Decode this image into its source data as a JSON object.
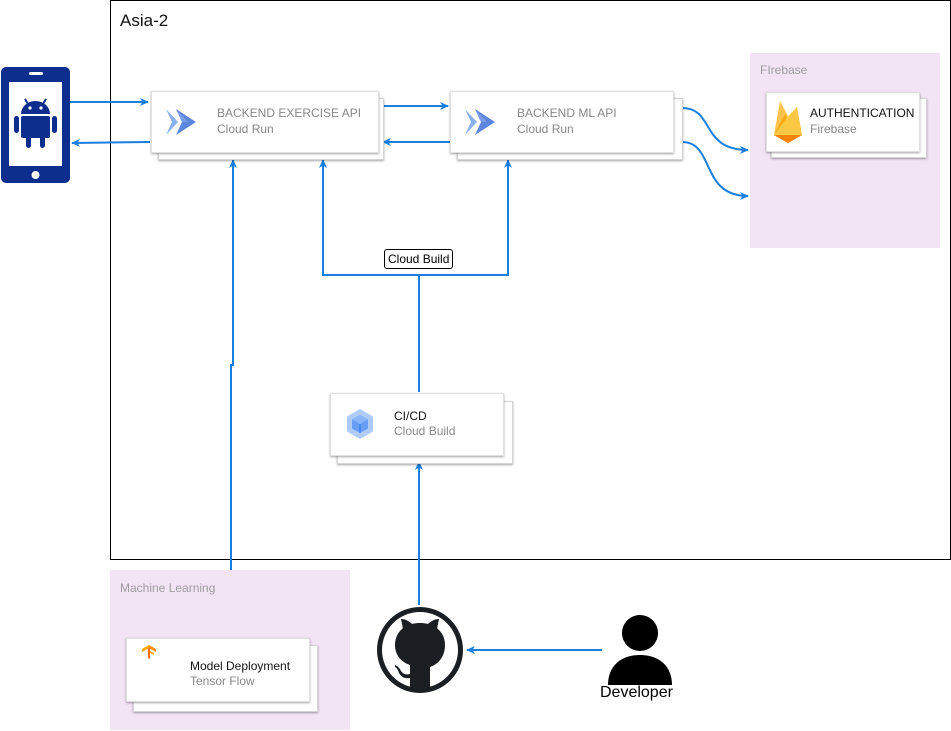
{
  "regions": {
    "asia": "Asia-2",
    "firebase": "FIrebase",
    "ml": "Machine Learning"
  },
  "services": {
    "backend_exercise": {
      "title": "BACKEND EXERCISE  API",
      "subtitle": "Cloud Run"
    },
    "backend_ml": {
      "title": "BACKEND ML  API",
      "subtitle": "Cloud Run"
    },
    "authentication": {
      "title": "AUTHENTICATION",
      "subtitle": "Firebase"
    },
    "cicd": {
      "title": "CI/CD",
      "subtitle": "Cloud Build"
    },
    "model": {
      "title": "Model Deployment",
      "subtitle": "Tensor Flow"
    }
  },
  "labels": {
    "cloud_build_tag": "Cloud Build",
    "developer": "Developer"
  },
  "icons": {
    "mobile": "android-phone-icon",
    "cloud_run": "cloud-run-icon",
    "firebase": "firebase-icon",
    "cloud_build": "cloud-build-icon",
    "tensorflow": "tensorflow-icon",
    "github": "github-icon",
    "developer": "user-icon"
  },
  "colors": {
    "arrow": "#1a7fe0",
    "phone": "#0d2e8c",
    "pink_region": "#f2e3f5",
    "cloud_run": "#5c85de"
  }
}
